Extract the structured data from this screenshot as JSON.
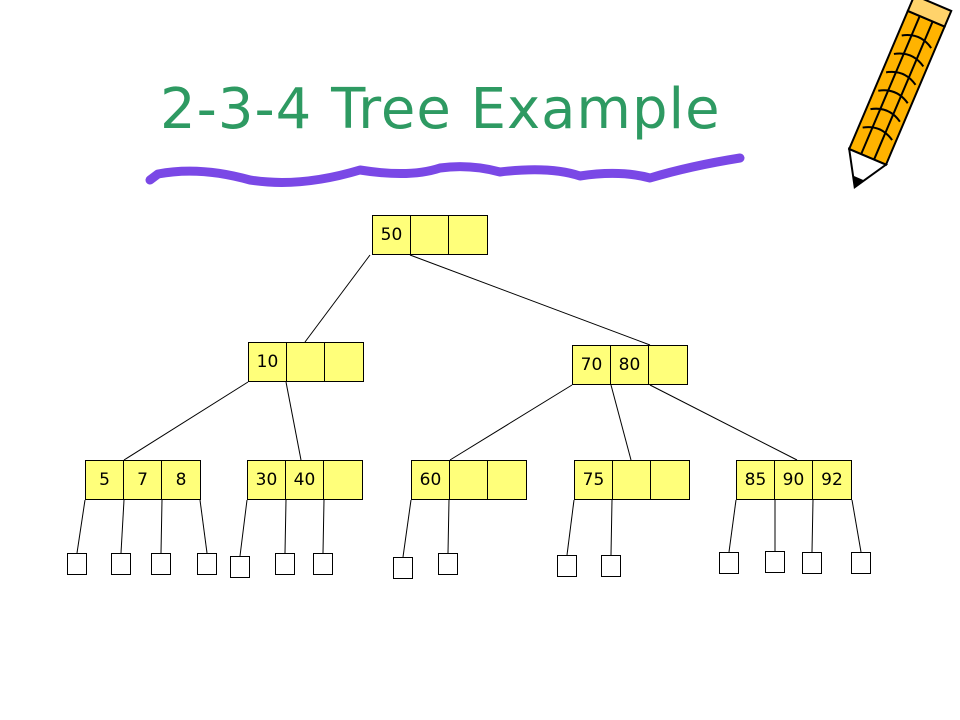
{
  "title": "2-3-4 Tree Example",
  "colors": {
    "title": "#2e9a62",
    "underline": "#7a48e6",
    "node_fill": "#ffff7a",
    "pencil_body": "#ffb300"
  },
  "icons": {
    "decoration": "pencil-icon"
  },
  "tree": {
    "root": {
      "keys": [
        "50",
        "",
        ""
      ]
    },
    "level1": [
      {
        "keys": [
          "10",
          "",
          ""
        ]
      },
      {
        "keys": [
          "70",
          "80",
          ""
        ]
      }
    ],
    "level2": [
      {
        "keys": [
          "5",
          "7",
          "8"
        ]
      },
      {
        "keys": [
          "30",
          "40",
          ""
        ]
      },
      {
        "keys": [
          "60",
          "",
          ""
        ]
      },
      {
        "keys": [
          "75",
          "",
          ""
        ]
      },
      {
        "keys": [
          "85",
          "90",
          "92"
        ]
      }
    ]
  }
}
